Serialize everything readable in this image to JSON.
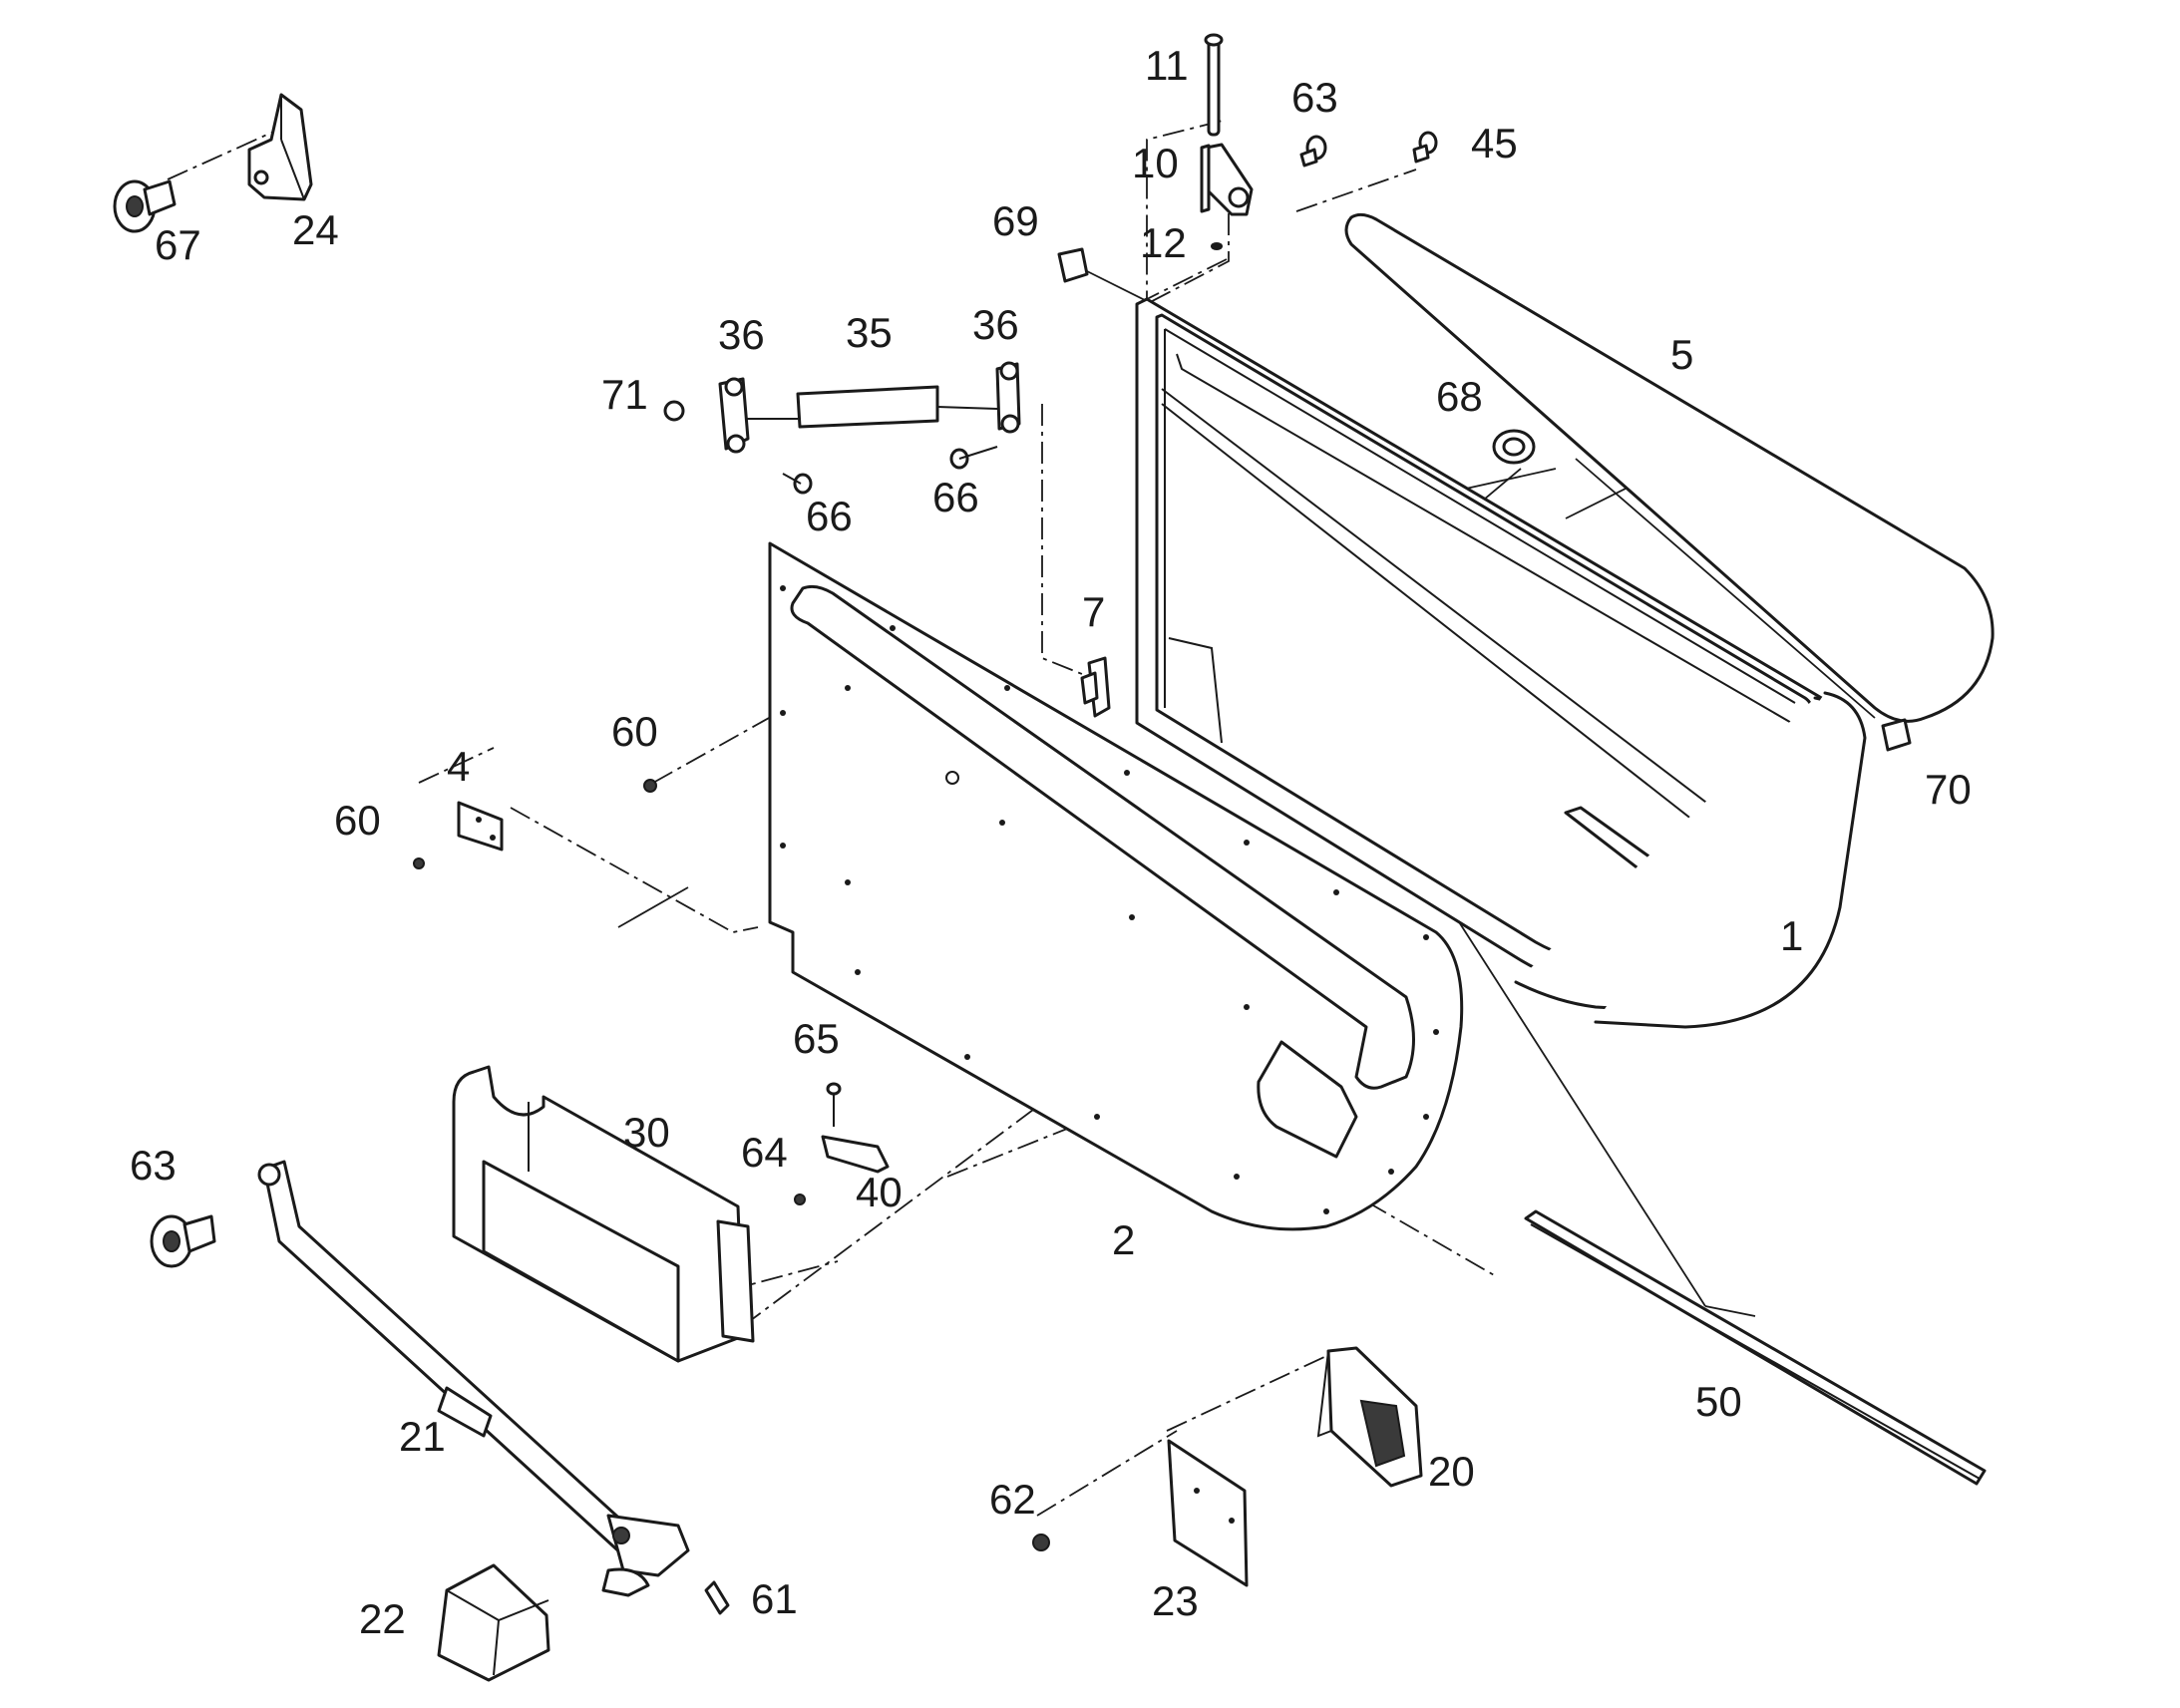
{
  "diagram": {
    "background": "#ffffff",
    "ink": "#1a1a1a",
    "callouts": [
      {
        "key": "c11",
        "text": "11"
      },
      {
        "key": "c63a",
        "text": "63"
      },
      {
        "key": "c45",
        "text": "45"
      },
      {
        "key": "c10",
        "text": "10"
      },
      {
        "key": "c12",
        "text": "12"
      },
      {
        "key": "c69",
        "text": "69"
      },
      {
        "key": "c5",
        "text": "5"
      },
      {
        "key": "c67",
        "text": "67"
      },
      {
        "key": "c24",
        "text": "24"
      },
      {
        "key": "c36a",
        "text": "36"
      },
      {
        "key": "c35",
        "text": "35"
      },
      {
        "key": "c36b",
        "text": "36"
      },
      {
        "key": "c71",
        "text": "71"
      },
      {
        "key": "c66a",
        "text": "66"
      },
      {
        "key": "c66b",
        "text": "66"
      },
      {
        "key": "c68",
        "text": "68"
      },
      {
        "key": "c7",
        "text": "7"
      },
      {
        "key": "c60a",
        "text": "60"
      },
      {
        "key": "c4",
        "text": "4"
      },
      {
        "key": "c60b",
        "text": "60"
      },
      {
        "key": "c70",
        "text": "70"
      },
      {
        "key": "c1",
        "text": "1"
      },
      {
        "key": "c65",
        "text": "65"
      },
      {
        "key": "c30",
        "text": "30"
      },
      {
        "key": "c64",
        "text": "64"
      },
      {
        "key": "c40",
        "text": "40"
      },
      {
        "key": "c63b",
        "text": "63"
      },
      {
        "key": "c2",
        "text": "2"
      },
      {
        "key": "c50",
        "text": "50"
      },
      {
        "key": "c21",
        "text": "21"
      },
      {
        "key": "c20",
        "text": "20"
      },
      {
        "key": "c62",
        "text": "62"
      },
      {
        "key": "c61",
        "text": "61"
      },
      {
        "key": "c22",
        "text": "22"
      },
      {
        "key": "c23",
        "text": "23"
      }
    ]
  }
}
